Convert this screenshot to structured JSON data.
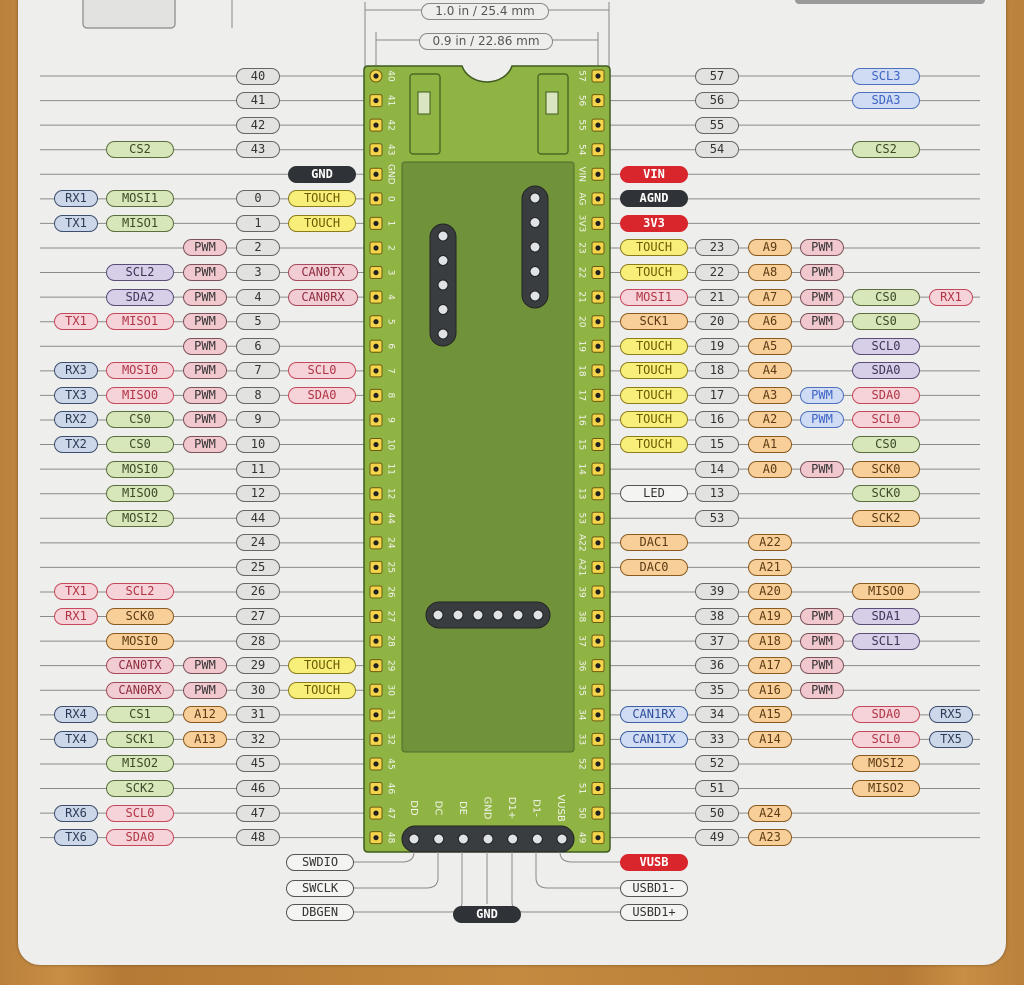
{
  "dimensions": {
    "outer": "1.0 in / 25.4 mm",
    "inner": "0.9 in / 22.86 mm"
  },
  "board_silk": {
    "left_pins": [
      "40",
      "41",
      "42",
      "43",
      "GND",
      "0",
      "1",
      "2",
      "3",
      "4",
      "5",
      "6",
      "7",
      "8",
      "9",
      "10",
      "11",
      "12",
      "44",
      "24",
      "25",
      "26",
      "27",
      "28",
      "29",
      "30",
      "31",
      "32",
      "45",
      "46",
      "47",
      "48"
    ],
    "right_pins": [
      "57",
      "56",
      "55",
      "54",
      "VIN",
      "AG",
      "3V3",
      "23",
      "22",
      "21",
      "20",
      "19",
      "18",
      "17",
      "16",
      "15",
      "14",
      "13",
      "53",
      "A22",
      "A21",
      "39",
      "38",
      "37",
      "36",
      "35",
      "34",
      "33",
      "52",
      "51",
      "50",
      "49"
    ],
    "bottom_pins": [
      "DD",
      "DC",
      "DE",
      "GND",
      "D1+",
      "D1-",
      "VUSB"
    ]
  },
  "left_rows": [
    {
      "pin": "40",
      "labels": []
    },
    {
      "pin": "41",
      "labels": []
    },
    {
      "pin": "42",
      "labels": []
    },
    {
      "pin": "43",
      "labels": [
        {
          "text": "CS2",
          "kind": "gfun",
          "slot": 1
        }
      ]
    },
    {
      "pin": "",
      "labels": [
        {
          "text": "GND",
          "kind": "blackp",
          "slot": -1
        }
      ]
    },
    {
      "pin": "0",
      "labels": [
        {
          "text": "TOUCH",
          "kind": "touch",
          "slot": -1
        },
        {
          "text": "MOSI1",
          "kind": "gfun",
          "slot": 1
        },
        {
          "text": "RX1",
          "kind": "rxtx",
          "slot": 0
        }
      ]
    },
    {
      "pin": "1",
      "labels": [
        {
          "text": "TOUCH",
          "kind": "touch",
          "slot": -1
        },
        {
          "text": "MISO1",
          "kind": "gfun",
          "slot": 1
        },
        {
          "text": "TX1",
          "kind": "rxtx",
          "slot": 0
        }
      ]
    },
    {
      "pin": "2",
      "labels": [
        {
          "text": "PWM",
          "kind": "pwm",
          "slot": 2
        }
      ]
    },
    {
      "pin": "3",
      "labels": [
        {
          "text": "CAN0TX",
          "kind": "can",
          "slot": -1
        },
        {
          "text": "PWM",
          "kind": "pwm",
          "slot": 2
        },
        {
          "text": "SCL2",
          "kind": "pfun",
          "slot": 1
        }
      ]
    },
    {
      "pin": "4",
      "labels": [
        {
          "text": "CAN0RX",
          "kind": "can",
          "slot": -1
        },
        {
          "text": "PWM",
          "kind": "pwm",
          "slot": 2
        },
        {
          "text": "SDA2",
          "kind": "pfun",
          "slot": 1
        }
      ]
    },
    {
      "pin": "5",
      "labels": [
        {
          "text": "PWM",
          "kind": "pwm",
          "slot": 2
        },
        {
          "text": "MISO1",
          "kind": "gfun red",
          "slot": 1
        },
        {
          "text": "TX1",
          "kind": "rxtx red",
          "slot": 0
        }
      ]
    },
    {
      "pin": "6",
      "labels": [
        {
          "text": "PWM",
          "kind": "pwm",
          "slot": 2
        }
      ]
    },
    {
      "pin": "7",
      "labels": [
        {
          "text": "SCL0",
          "kind": "pfun red",
          "slot": -1
        },
        {
          "text": "PWM",
          "kind": "pwm",
          "slot": 2
        },
        {
          "text": "MOSI0",
          "kind": "gfun red",
          "slot": 1
        },
        {
          "text": "RX3",
          "kind": "rxtx",
          "slot": 0
        }
      ]
    },
    {
      "pin": "8",
      "labels": [
        {
          "text": "SDA0",
          "kind": "pfun red",
          "slot": -1
        },
        {
          "text": "PWM",
          "kind": "pwm",
          "slot": 2
        },
        {
          "text": "MISO0",
          "kind": "gfun red",
          "slot": 1
        },
        {
          "text": "TX3",
          "kind": "rxtx",
          "slot": 0
        }
      ]
    },
    {
      "pin": "9",
      "labels": [
        {
          "text": "PWM",
          "kind": "pwm",
          "slot": 2
        },
        {
          "text": "CS0",
          "kind": "gfun",
          "slot": 1
        },
        {
          "text": "RX2",
          "kind": "rxtx",
          "slot": 0
        }
      ]
    },
    {
      "pin": "10",
      "labels": [
        {
          "text": "PWM",
          "kind": "pwm",
          "slot": 2
        },
        {
          "text": "CS0",
          "kind": "gfun",
          "slot": 1
        },
        {
          "text": "TX2",
          "kind": "rxtx",
          "slot": 0
        }
      ]
    },
    {
      "pin": "11",
      "labels": [
        {
          "text": "MOSI0",
          "kind": "gfun",
          "slot": 1
        }
      ]
    },
    {
      "pin": "12",
      "labels": [
        {
          "text": "MISO0",
          "kind": "gfun",
          "slot": 1
        }
      ]
    },
    {
      "pin": "44",
      "labels": [
        {
          "text": "MOSI2",
          "kind": "gfun",
          "slot": 1
        }
      ]
    },
    {
      "pin": "24",
      "labels": []
    },
    {
      "pin": "25",
      "labels": []
    },
    {
      "pin": "26",
      "labels": [
        {
          "text": "SCL2",
          "kind": "pfun red",
          "slot": 1
        },
        {
          "text": "TX1",
          "kind": "rxtx red",
          "slot": 0
        }
      ]
    },
    {
      "pin": "27",
      "labels": [
        {
          "text": "SCK0",
          "kind": "analog red",
          "slot": 1
        },
        {
          "text": "RX1",
          "kind": "rxtx red",
          "slot": 0
        }
      ]
    },
    {
      "pin": "28",
      "labels": [
        {
          "text": "MOSI0",
          "kind": "analog red",
          "slot": 1
        }
      ]
    },
    {
      "pin": "29",
      "labels": [
        {
          "text": "TOUCH",
          "kind": "touch",
          "slot": -1
        },
        {
          "text": "PWM",
          "kind": "pwm",
          "slot": 2
        },
        {
          "text": "CAN0TX",
          "kind": "can",
          "slot": 1
        }
      ]
    },
    {
      "pin": "30",
      "labels": [
        {
          "text": "TOUCH",
          "kind": "touch",
          "slot": -1
        },
        {
          "text": "PWM",
          "kind": "pwm",
          "slot": 2
        },
        {
          "text": "CAN0RX",
          "kind": "can",
          "slot": 1
        }
      ]
    },
    {
      "pin": "31",
      "labels": [
        {
          "text": "A12",
          "kind": "analog",
          "slot": 2
        },
        {
          "text": "CS1",
          "kind": "gfun",
          "slot": 1
        },
        {
          "text": "RX4",
          "kind": "rxtx",
          "slot": 0
        }
      ]
    },
    {
      "pin": "32",
      "labels": [
        {
          "text": "A13",
          "kind": "analog",
          "slot": 2
        },
        {
          "text": "SCK1",
          "kind": "gfun",
          "slot": 1
        },
        {
          "text": "TX4",
          "kind": "rxtx",
          "slot": 0
        }
      ]
    },
    {
      "pin": "45",
      "labels": [
        {
          "text": "MISO2",
          "kind": "gfun",
          "slot": 1
        }
      ]
    },
    {
      "pin": "46",
      "labels": [
        {
          "text": "SCK2",
          "kind": "gfun",
          "slot": 1
        }
      ]
    },
    {
      "pin": "47",
      "labels": [
        {
          "text": "SCL0",
          "kind": "pfun red",
          "slot": 1
        },
        {
          "text": "RX6",
          "kind": "rxtx",
          "slot": 0
        }
      ]
    },
    {
      "pin": "48",
      "labels": [
        {
          "text": "SDA0",
          "kind": "pfun red",
          "slot": 1
        },
        {
          "text": "TX6",
          "kind": "rxtx",
          "slot": 0
        }
      ]
    }
  ],
  "right_rows": [
    {
      "pin": "57",
      "labels": [
        {
          "text": "SCL3",
          "kind": "pwmb",
          "slot": 3
        }
      ]
    },
    {
      "pin": "56",
      "labels": [
        {
          "text": "SDA3",
          "kind": "pwmb",
          "slot": 3
        }
      ]
    },
    {
      "pin": "55",
      "labels": []
    },
    {
      "pin": "54",
      "labels": [
        {
          "text": "CS2",
          "kind": "gfun",
          "slot": 3
        }
      ]
    },
    {
      "pin": "",
      "labels": [
        {
          "text": "VIN",
          "kind": "redp",
          "slot": -1
        }
      ]
    },
    {
      "pin": "",
      "labels": [
        {
          "text": "AGND",
          "kind": "blackp",
          "slot": -1
        }
      ]
    },
    {
      "pin": "",
      "labels": [
        {
          "text": "3V3",
          "kind": "redp",
          "slot": -1
        }
      ]
    },
    {
      "pin": "23",
      "labels": [
        {
          "text": "TOUCH",
          "kind": "touch",
          "slot": -1
        },
        {
          "text": "A9",
          "kind": "analog",
          "slot": 1
        },
        {
          "text": "PWM",
          "kind": "pwm",
          "slot": 2
        }
      ]
    },
    {
      "pin": "22",
      "labels": [
        {
          "text": "TOUCH",
          "kind": "touch",
          "slot": -1
        },
        {
          "text": "A8",
          "kind": "analog",
          "slot": 1
        },
        {
          "text": "PWM",
          "kind": "pwm",
          "slot": 2
        }
      ]
    },
    {
      "pin": "21",
      "labels": [
        {
          "text": "MOSI1",
          "kind": "gfun red",
          "slot": -1
        },
        {
          "text": "A7",
          "kind": "analog",
          "slot": 1
        },
        {
          "text": "PWM",
          "kind": "pwm",
          "slot": 2
        },
        {
          "text": "CS0",
          "kind": "gfun",
          "slot": 3
        },
        {
          "text": "RX1",
          "kind": "rxtx red",
          "slot": 4
        }
      ]
    },
    {
      "pin": "20",
      "labels": [
        {
          "text": "SCK1",
          "kind": "analog red",
          "slot": -1
        },
        {
          "text": "A6",
          "kind": "analog",
          "slot": 1
        },
        {
          "text": "PWM",
          "kind": "pwm",
          "slot": 2
        },
        {
          "text": "CS0",
          "kind": "gfun",
          "slot": 3
        }
      ]
    },
    {
      "pin": "19",
      "labels": [
        {
          "text": "TOUCH",
          "kind": "touch",
          "slot": -1
        },
        {
          "text": "A5",
          "kind": "analog",
          "slot": 1
        },
        {
          "text": "SCL0",
          "kind": "pfun",
          "slot": 3
        }
      ]
    },
    {
      "pin": "18",
      "labels": [
        {
          "text": "TOUCH",
          "kind": "touch",
          "slot": -1
        },
        {
          "text": "A4",
          "kind": "analog",
          "slot": 1
        },
        {
          "text": "SDA0",
          "kind": "pfun",
          "slot": 3
        }
      ]
    },
    {
      "pin": "17",
      "labels": [
        {
          "text": "TOUCH",
          "kind": "touch",
          "slot": -1
        },
        {
          "text": "A3",
          "kind": "analog",
          "slot": 1
        },
        {
          "text": "PWM",
          "kind": "pwmb",
          "slot": 2
        },
        {
          "text": "SDA0",
          "kind": "pfun red",
          "slot": 3
        }
      ]
    },
    {
      "pin": "16",
      "labels": [
        {
          "text": "TOUCH",
          "kind": "touch",
          "slot": -1
        },
        {
          "text": "A2",
          "kind": "analog",
          "slot": 1
        },
        {
          "text": "PWM",
          "kind": "pwmb",
          "slot": 2
        },
        {
          "text": "SCL0",
          "kind": "pfun red",
          "slot": 3
        }
      ]
    },
    {
      "pin": "15",
      "labels": [
        {
          "text": "TOUCH",
          "kind": "touch",
          "slot": -1
        },
        {
          "text": "A1",
          "kind": "analog",
          "slot": 1
        },
        {
          "text": "CS0",
          "kind": "gfun",
          "slot": 3
        }
      ]
    },
    {
      "pin": "14",
      "labels": [
        {
          "text": "A0",
          "kind": "analog",
          "slot": 1
        },
        {
          "text": "PWM",
          "kind": "pwm",
          "slot": 2
        },
        {
          "text": "SCK0",
          "kind": "analog red",
          "slot": 3
        }
      ]
    },
    {
      "pin": "13",
      "labels": [
        {
          "text": "LED",
          "kind": "white",
          "slot": -1
        },
        {
          "text": "SCK0",
          "kind": "gfun",
          "slot": 3
        }
      ]
    },
    {
      "pin": "53",
      "labels": [
        {
          "text": "SCK2",
          "kind": "analog red",
          "slot": 3
        }
      ]
    },
    {
      "pin": "",
      "labels": [
        {
          "text": "DAC1",
          "kind": "analog",
          "slot": -1
        },
        {
          "text": "A22",
          "kind": "analog",
          "slot": 1
        }
      ]
    },
    {
      "pin": "",
      "labels": [
        {
          "text": "DAC0",
          "kind": "analog",
          "slot": -1
        },
        {
          "text": "A21",
          "kind": "analog",
          "slot": 1
        }
      ]
    },
    {
      "pin": "39",
      "labels": [
        {
          "text": "A20",
          "kind": "analog",
          "slot": 1
        },
        {
          "text": "MISO0",
          "kind": "analog red",
          "slot": 3
        }
      ]
    },
    {
      "pin": "38",
      "labels": [
        {
          "text": "A19",
          "kind": "analog",
          "slot": 1
        },
        {
          "text": "PWM",
          "kind": "pwm",
          "slot": 2
        },
        {
          "text": "SDA1",
          "kind": "pfun",
          "slot": 3
        }
      ]
    },
    {
      "pin": "37",
      "labels": [
        {
          "text": "A18",
          "kind": "analog",
          "slot": 1
        },
        {
          "text": "PWM",
          "kind": "pwm",
          "slot": 2
        },
        {
          "text": "SCL1",
          "kind": "pfun",
          "slot": 3
        }
      ]
    },
    {
      "pin": "36",
      "labels": [
        {
          "text": "A17",
          "kind": "analog",
          "slot": 1
        },
        {
          "text": "PWM",
          "kind": "pwm",
          "slot": 2
        }
      ]
    },
    {
      "pin": "35",
      "labels": [
        {
          "text": "A16",
          "kind": "analog",
          "slot": 1
        },
        {
          "text": "PWM",
          "kind": "pwm",
          "slot": 2
        }
      ]
    },
    {
      "pin": "34",
      "labels": [
        {
          "text": "CAN1RX",
          "kind": "canb",
          "slot": -1
        },
        {
          "text": "A15",
          "kind": "analog",
          "slot": 1
        },
        {
          "text": "SDA0",
          "kind": "pfun red",
          "slot": 3
        },
        {
          "text": "RX5",
          "kind": "rxtx",
          "slot": 4
        }
      ]
    },
    {
      "pin": "33",
      "labels": [
        {
          "text": "CAN1TX",
          "kind": "canb",
          "slot": -1
        },
        {
          "text": "A14",
          "kind": "analog",
          "slot": 1
        },
        {
          "text": "SCL0",
          "kind": "pfun red",
          "slot": 3
        },
        {
          "text": "TX5",
          "kind": "rxtx",
          "slot": 4
        }
      ]
    },
    {
      "pin": "52",
      "labels": [
        {
          "text": "MOSI2",
          "kind": "analog red",
          "slot": 3
        }
      ]
    },
    {
      "pin": "51",
      "labels": [
        {
          "text": "MISO2",
          "kind": "analog red",
          "slot": 3
        }
      ]
    },
    {
      "pin": "50",
      "labels": [
        {
          "text": "A24",
          "kind": "analog",
          "slot": 1
        }
      ]
    },
    {
      "pin": "49",
      "labels": [
        {
          "text": "A23",
          "kind": "analog",
          "slot": 1
        }
      ]
    }
  ],
  "bottom_labels": {
    "left": [
      "SWDIO",
      "SWCLK",
      "DBGEN"
    ],
    "center": "GND",
    "right": [
      "VUSB",
      "USBD1-",
      "USBD1+"
    ]
  },
  "colors": {
    "board": "#8fb443",
    "chip": "#6f923a",
    "card": "#eeeeec"
  }
}
